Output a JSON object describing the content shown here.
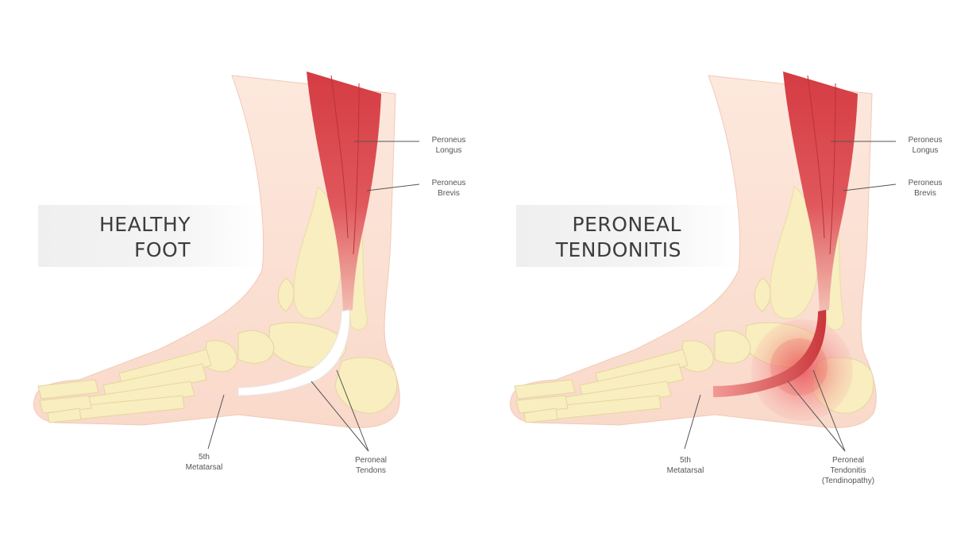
{
  "panels": [
    {
      "title_line1": "HEALTHY",
      "title_line2": "FOOT",
      "labels": {
        "longus_1": "Peroneus",
        "longus_2": "Longus",
        "brevis_1": "Peroneus",
        "brevis_2": "Brevis",
        "metatarsal_1": "5th",
        "metatarsal_2": "Metatarsal",
        "tendon_1": "Peroneal",
        "tendon_2": "Tendons"
      }
    },
    {
      "title_line1": "PERONEAL",
      "title_line2": "TENDONITIS",
      "labels": {
        "longus_1": "Peroneus",
        "longus_2": "Longus",
        "brevis_1": "Peroneus",
        "brevis_2": "Brevis",
        "metatarsal_1": "5th",
        "metatarsal_2": "Metatarsal",
        "tendon_1": "Peroneal",
        "tendon_2": "Tendonitis",
        "tendon_3": "(Tendinopathy)"
      }
    }
  ],
  "colors": {
    "skin": "#fbe3d8",
    "bone": "#f8eec0",
    "muscle": "#d9454a",
    "inflammation": "#e8434a",
    "tendon_healthy": "#ffffff"
  }
}
